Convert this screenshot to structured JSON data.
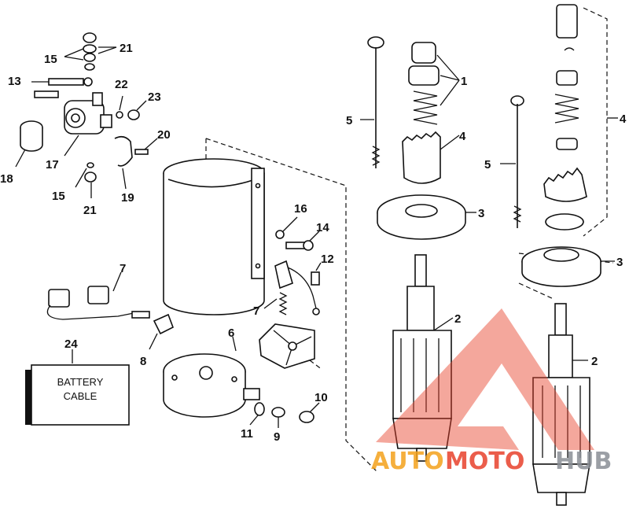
{
  "callouts": {
    "c1": "1",
    "c2a": "2",
    "c2b": "2",
    "c3a": "3",
    "c3b": "3",
    "c4a": "4",
    "c4b": "4",
    "c5a": "5",
    "c5b": "5",
    "c6": "6",
    "c7a": "7",
    "c7b": "7",
    "c8": "8",
    "c9": "9",
    "c10": "10",
    "c11": "11",
    "c12": "12",
    "c13": "13",
    "c14": "14",
    "c15a": "15",
    "c15b": "15",
    "c16": "16",
    "c17": "17",
    "c18": "18",
    "c19": "19",
    "c20": "20",
    "c21a": "21",
    "c21b": "21",
    "c22": "22",
    "c23": "23",
    "c24": "24"
  },
  "battery_label": {
    "line1": "BATTERY",
    "line2": "CABLE"
  },
  "watermark": {
    "part1": "AUTO",
    "part2": "MOTO",
    "part3": "HUB"
  },
  "colors": {
    "ink": "#111111",
    "watermark_red": "#e8412c",
    "watermark_orange": "#f4a21c",
    "watermark_gray": "#8a8f96"
  }
}
